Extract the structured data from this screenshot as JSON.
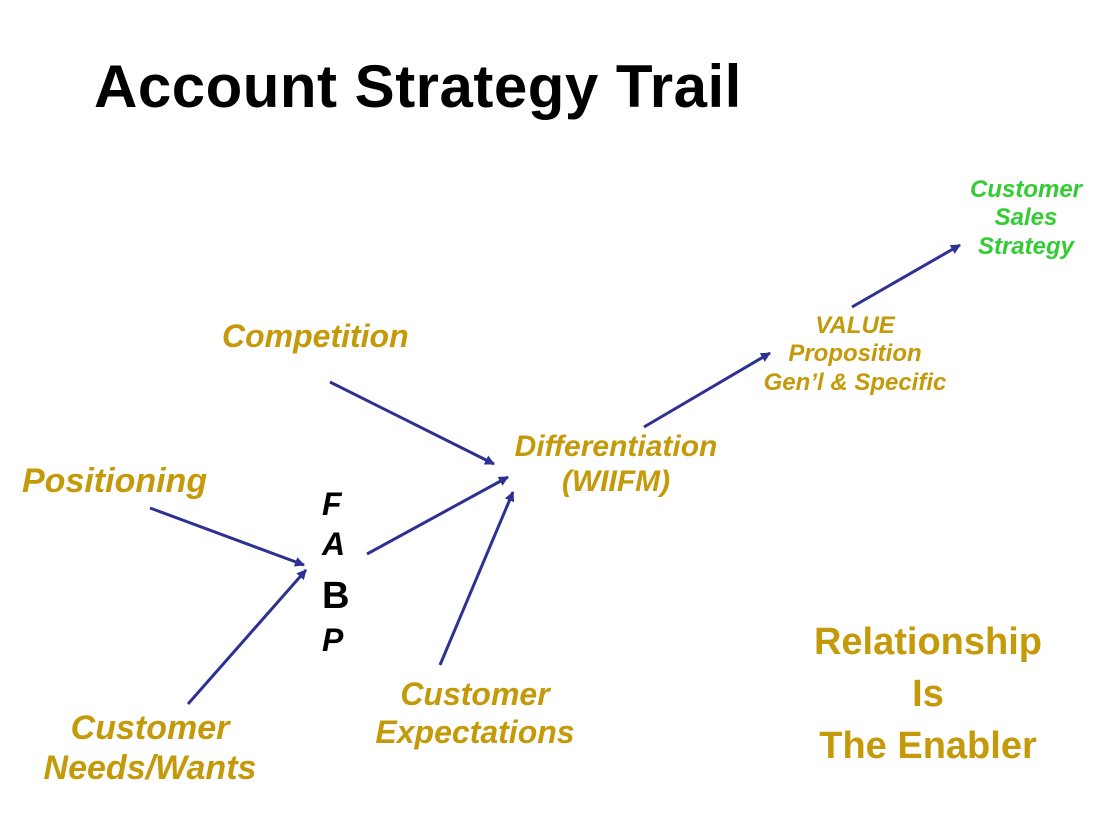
{
  "title": "Account Strategy Trail",
  "nodes": {
    "competition": "Competition",
    "positioning": "Positioning",
    "customer_needs": [
      "Customer",
      "Needs/Wants"
    ],
    "customer_expectations": [
      "Customer",
      "Expectations"
    ],
    "fabp": [
      "F",
      "A",
      "B",
      "P"
    ],
    "differentiation": [
      "Differentiation",
      "(WIIFM)"
    ],
    "value_proposition": [
      "VALUE",
      "Proposition",
      "Gen’l & Specific"
    ],
    "customer_sales_strategy": [
      "Customer",
      "Sales",
      "Strategy"
    ]
  },
  "enabler": [
    "Relationship",
    "Is",
    "The Enabler"
  ],
  "colors": {
    "gold": "#c49a0a",
    "green": "#33cc33",
    "arrow": "#2e3192",
    "title": "#000000"
  }
}
